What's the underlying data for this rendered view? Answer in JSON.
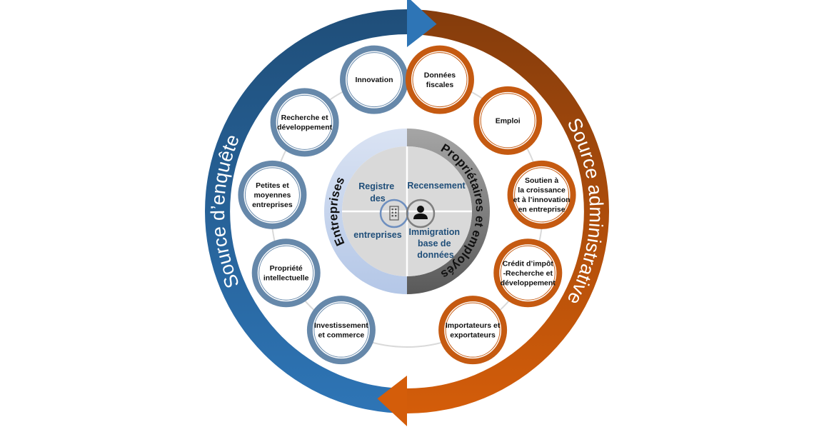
{
  "outer_labels": {
    "survey": "Source d’enquête",
    "administrative": "Source administrative"
  },
  "inner_ring": {
    "left": "Entreprises",
    "right": "Propriétaires et employés"
  },
  "quadrants": {
    "top_left": [
      "Registre",
      "des"
    ],
    "bottom_left": [
      "entreprises"
    ],
    "top_right": [
      "Recensement"
    ],
    "bottom_right": [
      "Immigration",
      "base de",
      "données"
    ]
  },
  "icons": {
    "left": "building-icon",
    "right": "person-icon"
  },
  "survey_nodes": [
    [
      "Innovation"
    ],
    [
      "Recherche et",
      "développement"
    ],
    [
      "Petites et",
      "moyennes",
      "entreprises"
    ],
    [
      "Propriété",
      "intellectuelle"
    ],
    [
      "Investissement",
      "et commerce"
    ]
  ],
  "admin_nodes": [
    [
      "Données",
      "fiscales"
    ],
    [
      "Emploi"
    ],
    [
      "Soutien à",
      "la croissance",
      "et à l’innovation",
      "en entreprise"
    ],
    [
      "Crédit d’impôt",
      "-Recherche et",
      "développement"
    ],
    [
      "Importateurs et",
      "exportateurs"
    ]
  ],
  "colors": {
    "survey_light": "#2e75b6",
    "survey_dark": "#1f4e79",
    "admin_light": "#d45d0a",
    "admin_dark": "#843c0c",
    "survey_node": "#6688aa",
    "admin_node": "#c55a11",
    "inner_left": "#b4c7e7",
    "inner_right": "#7f7f7f",
    "center": "#d9d9d9"
  }
}
